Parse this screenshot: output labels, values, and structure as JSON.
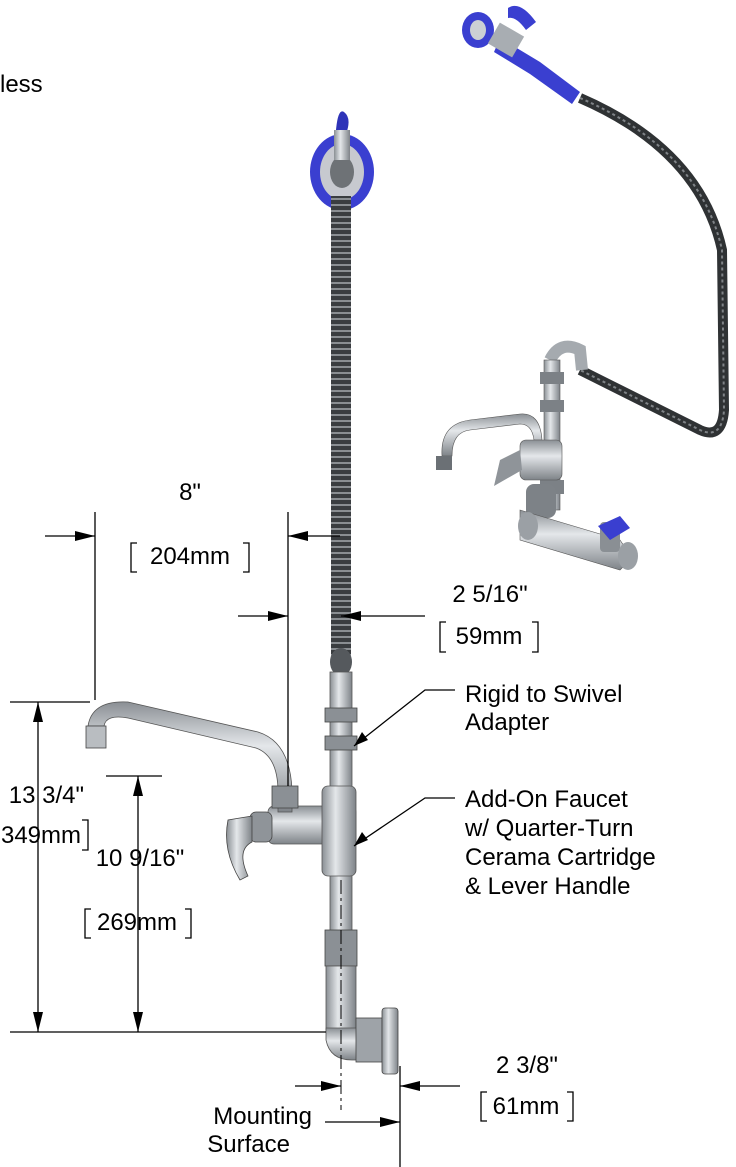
{
  "top_left_fragment": "less",
  "dimensions": {
    "spout_reach": {
      "imperial": "8\"",
      "metric": "204mm"
    },
    "riser_offset": {
      "imperial": "2 5/16\"",
      "metric": "59mm"
    },
    "overall_height": {
      "imperial": "13 3/4\"",
      "metric": "349mm"
    },
    "spout_height": {
      "imperial": "10 9/16\"",
      "metric": "269mm"
    },
    "flange_offset": {
      "imperial": "2 3/8\"",
      "metric": "61mm"
    }
  },
  "callouts": {
    "rigid_swivel": [
      "Rigid to Swivel",
      "Adapter"
    ],
    "add_on_faucet": [
      "Add-On Faucet",
      "w/ Quarter-Turn",
      "Cerama Cartridge",
      "& Lever Handle"
    ],
    "mounting_surface": [
      "Mounting",
      "Surface"
    ]
  },
  "colors": {
    "accent_blue": "#3a3fd0",
    "chrome": "#c4c8cc",
    "hose": "#2a2c2e"
  }
}
